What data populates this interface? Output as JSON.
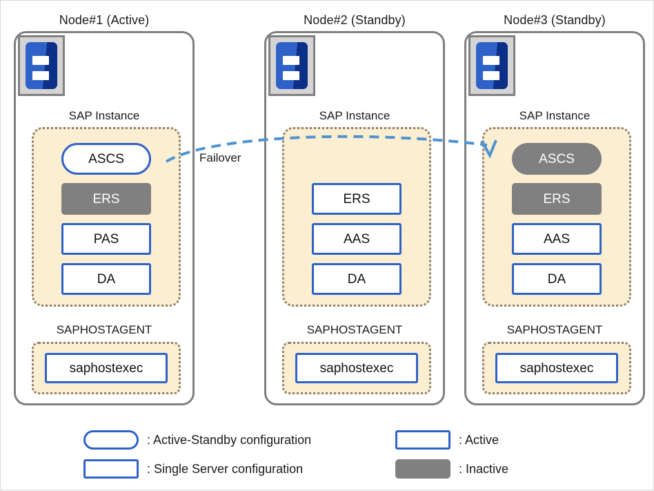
{
  "diagram": {
    "title_row": [
      "Node#1 (Active)",
      "Node#2 (Standby)",
      "Node#3 (Standby)"
    ],
    "colors": {
      "active_border": "#2f62c8",
      "inactive_fill": "#808080",
      "group_fill": "#fceed1",
      "group_border": "#8a8070",
      "node_border": "#7f7f7f",
      "arrow": "#4f93d1",
      "icon_blue": "#2f62c8",
      "icon_dark_blue": "#0c2f87",
      "icon_frame": "#d4d4d4"
    },
    "nodes": [
      {
        "title": "Node#1 (Active)",
        "icon": "server-icon",
        "sap_instance_caption": "SAP Instance",
        "sap_instance_items": [
          {
            "label": "ASCS",
            "state": "active",
            "shape": "pill"
          },
          {
            "label": "ERS",
            "state": "inactive",
            "shape": "rect"
          },
          {
            "label": "PAS",
            "state": "active",
            "shape": "rect"
          },
          {
            "label": "DA",
            "state": "active",
            "shape": "rect"
          }
        ],
        "agent_caption": "SAPHOSTAGENT",
        "agent_items": [
          {
            "label": "saphostexec",
            "state": "active",
            "shape": "rect"
          }
        ]
      },
      {
        "title": "Node#2 (Standby)",
        "icon": "server-icon",
        "sap_instance_caption": "SAP Instance",
        "sap_instance_items": [
          {
            "label": "",
            "state": "empty",
            "shape": "rect"
          },
          {
            "label": "ERS",
            "state": "active",
            "shape": "rect"
          },
          {
            "label": "AAS",
            "state": "active",
            "shape": "rect"
          },
          {
            "label": "DA",
            "state": "active",
            "shape": "rect"
          }
        ],
        "agent_caption": "SAPHOSTAGENT",
        "agent_items": [
          {
            "label": "saphostexec",
            "state": "active",
            "shape": "rect"
          }
        ]
      },
      {
        "title": "Node#3 (Standby)",
        "icon": "server-icon",
        "sap_instance_caption": "SAP Instance",
        "sap_instance_items": [
          {
            "label": "ASCS",
            "state": "inactive",
            "shape": "pill"
          },
          {
            "label": "ERS",
            "state": "inactive",
            "shape": "rect"
          },
          {
            "label": "AAS",
            "state": "active",
            "shape": "rect"
          },
          {
            "label": "DA",
            "state": "active",
            "shape": "rect"
          }
        ],
        "agent_caption": "SAPHOSTAGENT",
        "agent_items": [
          {
            "label": "saphostexec",
            "state": "active",
            "shape": "rect"
          }
        ]
      }
    ],
    "failover": {
      "label": "Failover",
      "from_node": "Node#1 (Active)",
      "to_node": "Node#3 (Standby)",
      "style": "dashed-curved-arrow"
    },
    "legend": {
      "items": [
        {
          "swatch": "pill",
          "text": ": Active-Standby configuration"
        },
        {
          "swatch": "active",
          "text": ": Single Server configuration"
        },
        {
          "swatch": "active",
          "text": ": Active"
        },
        {
          "swatch": "inactive",
          "text": ": Inactive"
        }
      ]
    }
  }
}
